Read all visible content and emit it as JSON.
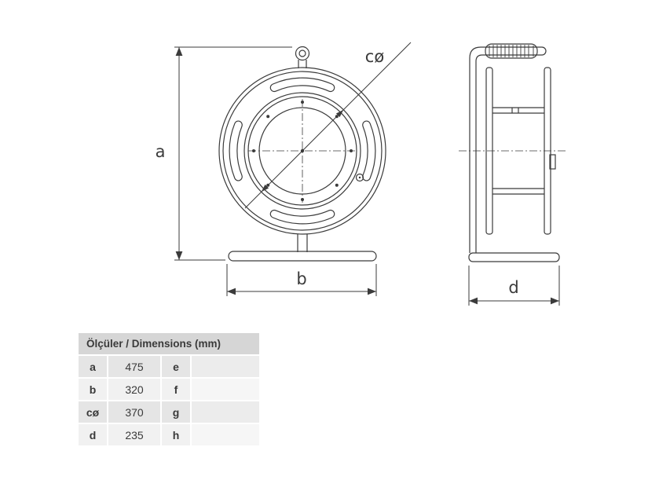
{
  "drawing": {
    "dim_a_label": "a",
    "dim_b_label": "b",
    "dim_c_label": "cø",
    "dim_d_label": "d"
  },
  "table": {
    "header": "Ölçüler / Dimensions (mm)",
    "rows": [
      {
        "k": "a",
        "v": "475",
        "k2": "e",
        "v2": ""
      },
      {
        "k": "b",
        "v": "320",
        "k2": "f",
        "v2": ""
      },
      {
        "k": "cø",
        "v": "370",
        "k2": "g",
        "v2": ""
      },
      {
        "k": "d",
        "v": "235",
        "k2": "h",
        "v2": ""
      }
    ]
  }
}
